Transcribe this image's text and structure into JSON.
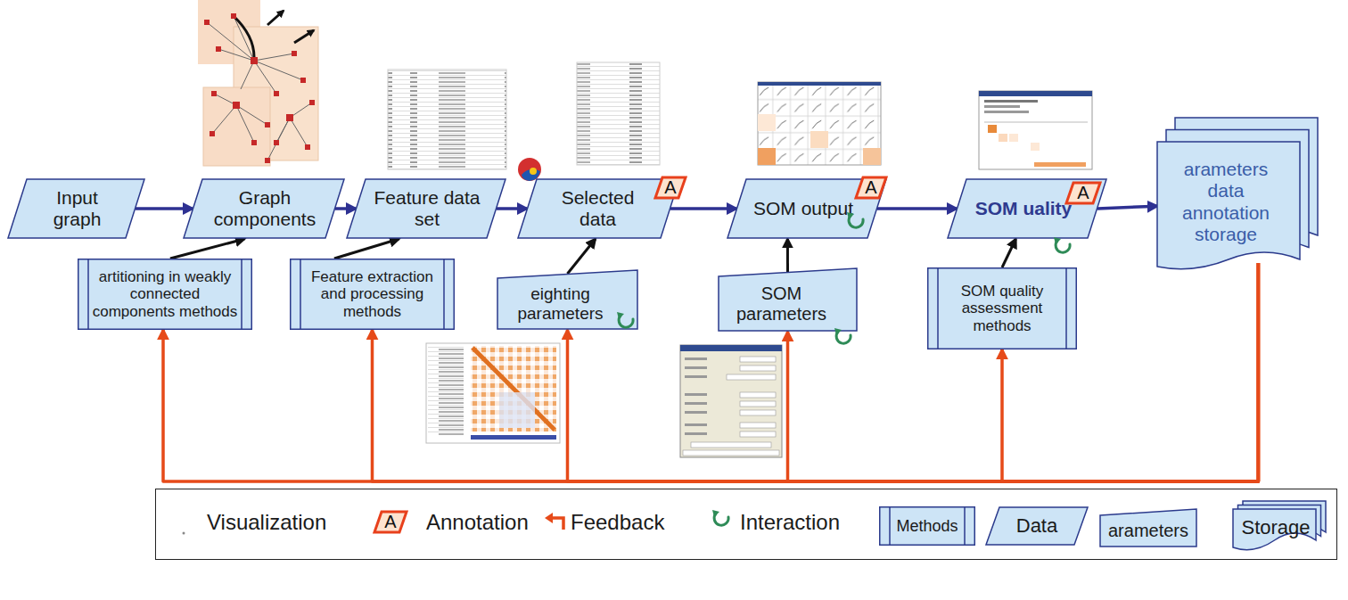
{
  "diagram": {
    "nodes": [
      {
        "text": [
          "Input graph"
        ]
      },
      {
        "text": [
          "Graph components"
        ]
      },
      {
        "text": [
          "Feature data set"
        ]
      },
      {
        "text": [
          "Selected data"
        ]
      },
      {
        "text": [
          "SOM output"
        ]
      },
      {
        "text": [
          "SOM uality"
        ]
      },
      {
        "text": [
          "arameters data annotation storage"
        ]
      },
      {
        "text": [
          "artitioning in weakly connected components methods"
        ]
      },
      {
        "text": [
          "Feature extraction and processing methods"
        ]
      },
      {
        "text": [
          "eighting parameters"
        ]
      },
      {
        "text": [
          "SOM parameters"
        ]
      },
      {
        "text": [
          "SOM quality assessment methods"
        ]
      }
    ],
    "edges": [
      {
        "from": 0,
        "to": 1,
        "arrow": "to"
      },
      {
        "from": 1,
        "to": 2,
        "arrow": "to"
      },
      {
        "from": 2,
        "to": 3,
        "arrow": "to"
      },
      {
        "from": 3,
        "to": 4,
        "arrow": "to"
      },
      {
        "from": 4,
        "to": 5,
        "arrow": "to"
      },
      {
        "from": 5,
        "to": 6,
        "arrow": "to"
      },
      {
        "from": 7,
        "to": 1,
        "arrow": "to"
      },
      {
        "from": 8,
        "to": 2,
        "arrow": "to"
      },
      {
        "from": 9,
        "to": 3,
        "arrow": "to"
      },
      {
        "from": 10,
        "to": 4,
        "arrow": "to"
      },
      {
        "from": 11,
        "to": 5,
        "arrow": "to"
      },
      {
        "from": 6,
        "to": 7,
        "arrow": "to"
      },
      {
        "from": 6,
        "to": 8,
        "arrow": "to"
      },
      {
        "from": 6,
        "to": 9,
        "arrow": "to"
      },
      {
        "from": 6,
        "to": 10,
        "arrow": "to"
      },
      {
        "from": 6,
        "to": 11,
        "arrow": "to"
      }
    ],
    "labels": [
      "A",
      "A",
      "A",
      "A"
    ],
    "legend": [
      {
        "text": "Visualization"
      },
      {
        "text": "Annotation"
      },
      {
        "text": "Feedback"
      },
      {
        "text": "Interaction"
      },
      {
        "text": "Methods"
      },
      {
        "text": "Data"
      },
      {
        "text": "arameters"
      },
      {
        "text": "Storage"
      }
    ]
  }
}
